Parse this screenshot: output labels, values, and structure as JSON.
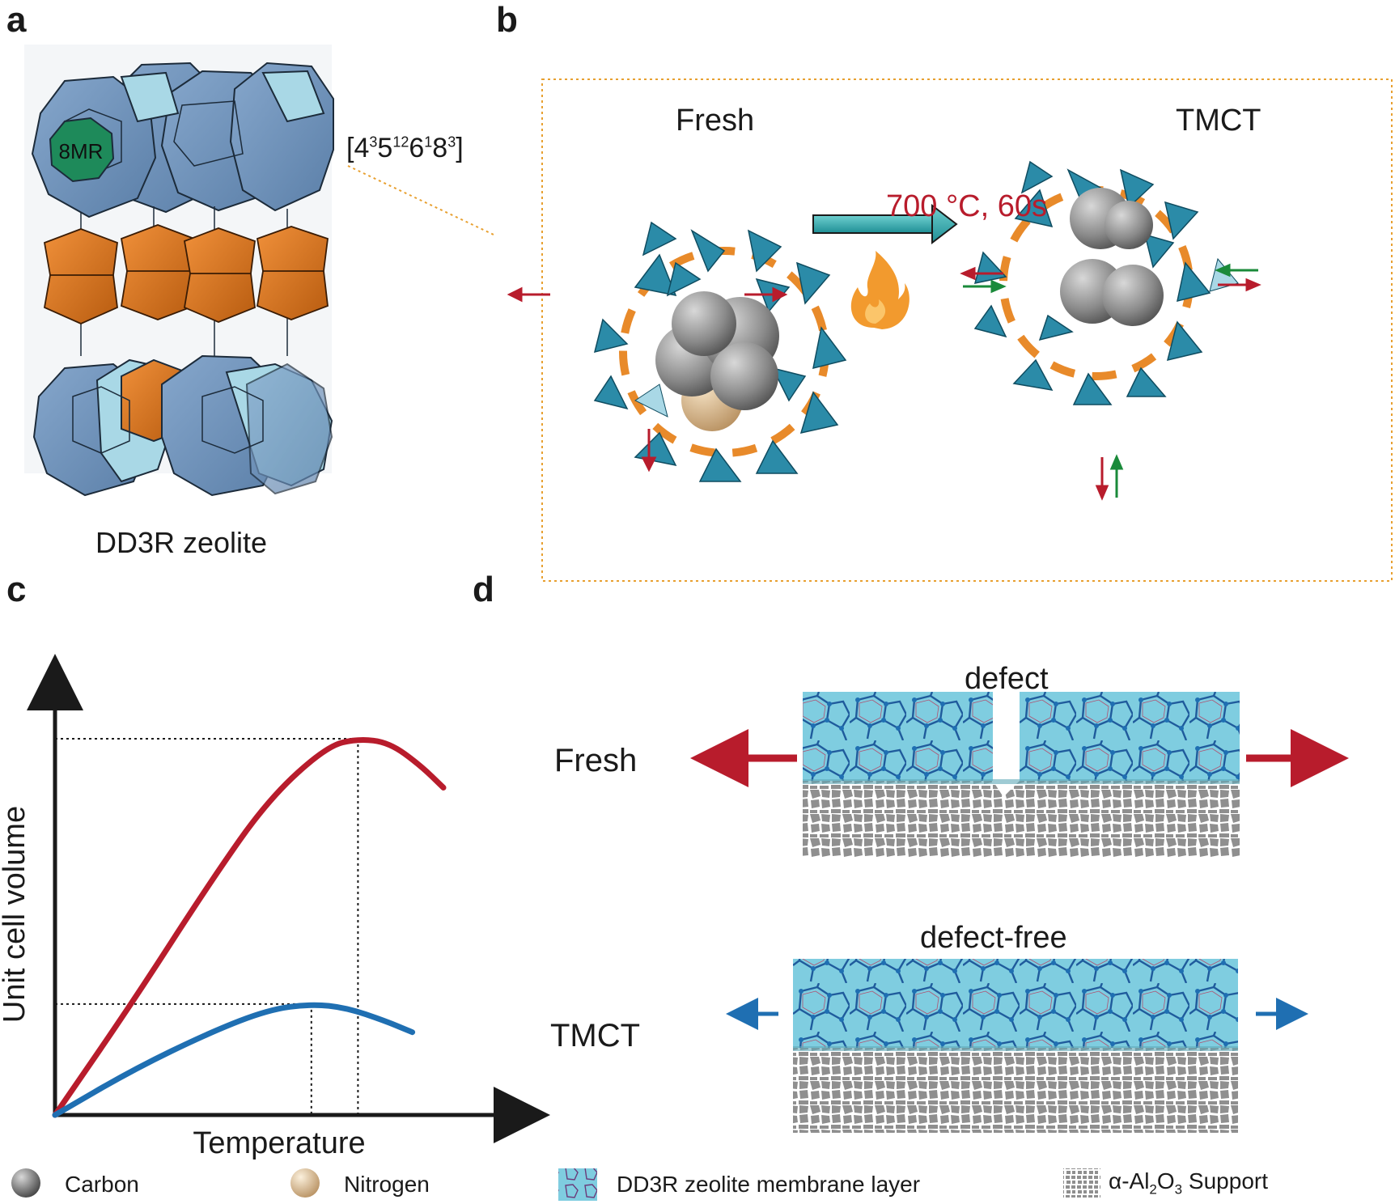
{
  "panels": {
    "a": {
      "label": "a",
      "ring_label": "8MR",
      "formula": {
        "open": "[",
        "parts": [
          {
            "base": "4",
            "sup": "3"
          },
          {
            "base": "5",
            "sup": "12"
          },
          {
            "base": "6",
            "sup": "1"
          },
          {
            "base": "8",
            "sup": "3"
          }
        ],
        "close": "]"
      },
      "caption": "DD3R zeolite"
    },
    "b": {
      "label": "b",
      "fresh_title": "Fresh",
      "tmct_title": "TMCT",
      "condition": "700 °C, 60s"
    },
    "c": {
      "label": "c",
      "ylabel": "Unit cell volume",
      "xlabel": "Temperature"
    },
    "d": {
      "label": "d",
      "top_title": "defect",
      "bottom_title": "defect-free",
      "row_fresh": "Fresh",
      "row_tmct": "TMCT"
    }
  },
  "legend": {
    "carbon": "Carbon",
    "nitrogen": "Nitrogen",
    "membrane": "DD3R zeolite membrane layer",
    "support_prefix": "α-Al",
    "support_sub1": "2",
    "support_mid": "O",
    "support_sub2": "3",
    "support_suffix": " Support"
  },
  "colors": {
    "cage_blue": "#6f93bd",
    "cage_light": "#a9d8e6",
    "cage_orange": "#e27a1d",
    "ring_green": "#1e8a5a",
    "fresh_red": "#b81c2c",
    "tmct_blue": "#1f6fb2",
    "expand_green": "#1a8a3a",
    "membrane_cyan": "#7fcde0",
    "support_gray": "#8f8f8f",
    "dotted_orange": "#e8a030"
  },
  "chart_data": {
    "type": "line",
    "xlabel": "Temperature",
    "ylabel": "Unit cell volume",
    "series": [
      {
        "color": "#b81c2c",
        "points": [
          [
            0,
            0
          ],
          [
            0.2,
            0.3
          ],
          [
            0.4,
            0.62
          ],
          [
            0.55,
            0.84
          ],
          [
            0.7,
            0.98
          ],
          [
            0.78,
            1.0
          ],
          [
            0.86,
            0.99
          ],
          [
            0.94,
            0.93
          ],
          [
            1.0,
            0.87
          ]
        ]
      },
      {
        "color": "#1f6fb2",
        "points": [
          [
            0,
            0
          ],
          [
            0.2,
            0.12
          ],
          [
            0.4,
            0.22
          ],
          [
            0.55,
            0.28
          ],
          [
            0.66,
            0.295
          ],
          [
            0.75,
            0.285
          ],
          [
            0.85,
            0.25
          ],
          [
            0.92,
            0.22
          ]
        ]
      }
    ]
  }
}
